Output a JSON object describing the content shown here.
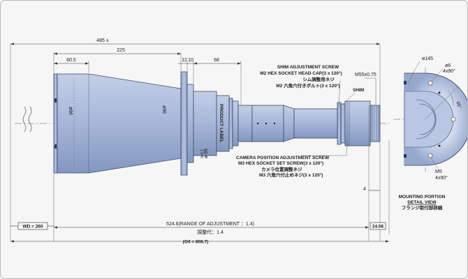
{
  "drawing": {
    "colors": {
      "body_fill": "#a8b8d8",
      "body_dark": "#7f93bd",
      "body_light": "#c6d2ea",
      "line": "#333333",
      "background": "#f6f6f6"
    },
    "dimensions": {
      "overall_length": "485 ±",
      "cone_length": "225",
      "front_length": "60.5",
      "flange_width_a": "12",
      "flange_width_b": "10",
      "barrel_length": "68",
      "dia_front": "ø96",
      "dia_mid": "ø96",
      "dia_flange": "ø 95",
      "dia_flange_suffix": "0/-0.1",
      "thread": "M55x0.75",
      "offset_4": "4",
      "wd": "WD = 260",
      "range_adjustment": "524.6(RANGE OF ADJUSTMENT ：1.4)",
      "range_adjustment_jp": "調整代：1.4",
      "tail_len": "24.06",
      "oi": "(O/I = 808.7)"
    },
    "labels": {
      "product_label": "PRODUCT LABEL",
      "shim": "SHIM",
      "shim_screw": [
        "SHIM ADJUSTMENT SCREW",
        "M2 HEX SOCKET HEAD CAP(3 x 120°)",
        "シム調整用ネジ",
        "M2 六角穴付きボルト(3 x 120°)"
      ],
      "camera_screw": [
        "CAMERA POSITION ADJUSTMENT SCREW",
        "M3 HEX SOCKET SET SCREW(3 x 120°)",
        "カメラ位置調整ネジ",
        "M3 六角穴付止めネジ(3 x 120°)"
      ],
      "mount_title": [
        "MOUNTING PORTION",
        "DETAIL VIEW",
        "フランジ取付部詳細"
      ],
      "mount_dia": "ø145",
      "mount_hole": "ø6",
      "mount_hole_count": "4x90°",
      "mount_angle": "45°",
      "mount_tap": "M5",
      "mount_tap_count": "4x90°"
    }
  }
}
